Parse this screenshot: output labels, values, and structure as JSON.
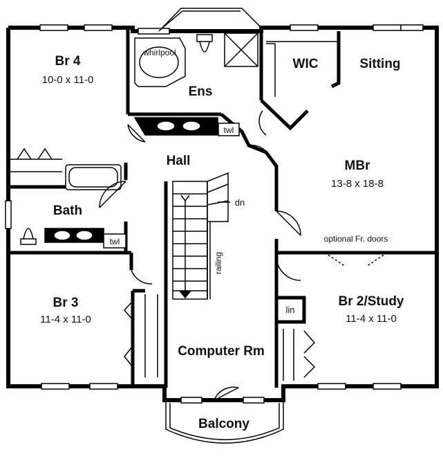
{
  "rooms": {
    "br4": {
      "name": "Br 4",
      "size": "10-0 x 11-0"
    },
    "ens": {
      "name": "Ens"
    },
    "whirlpool": {
      "name": "whirlpool"
    },
    "wic": {
      "name": "WIC"
    },
    "sitting": {
      "name": "Sitting"
    },
    "mbr": {
      "name": "MBr",
      "size": "13-8 x 18-8"
    },
    "hall": {
      "name": "Hall"
    },
    "bath": {
      "name": "Bath"
    },
    "br3": {
      "name": "Br 3",
      "size": "11-4 x 11-0"
    },
    "br2": {
      "name": "Br 2/Study",
      "size": "11-4 x 11-0"
    },
    "computer": {
      "name": "Computer Rm"
    },
    "balcony": {
      "name": "Balcony"
    }
  },
  "notes": {
    "twl_ens": "twl",
    "twl_bath": "twl",
    "dn": "dn",
    "railing": "railing",
    "lin": "lin",
    "fr_doors": "optional Fr. doors"
  }
}
